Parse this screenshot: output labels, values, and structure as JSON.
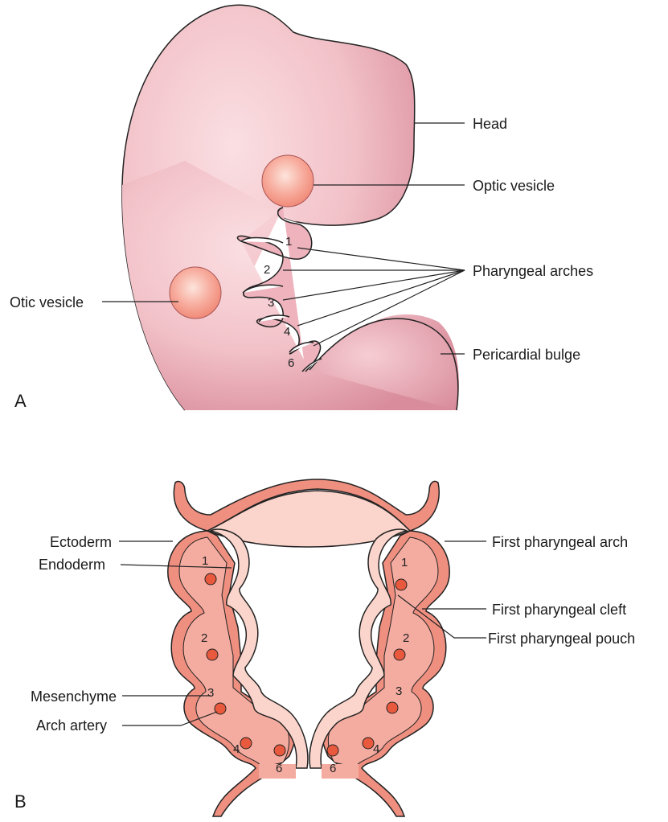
{
  "panel_a": {
    "letter": "A",
    "labels": {
      "head": "Head",
      "optic_vesicle": "Optic vesicle",
      "pharyngeal_arches": "Pharyngeal arches",
      "otic_vesicle": "Otic vesicle",
      "pericardial_bulge": "Pericardial bulge"
    },
    "arch_numbers": [
      "1",
      "2",
      "3",
      "4",
      "6"
    ]
  },
  "panel_b": {
    "letter": "B",
    "labels": {
      "ectoderm": "Ectoderm",
      "endoderm": "Endoderm",
      "mesenchyme": "Mesenchyme",
      "arch_artery": "Arch artery",
      "first_pharyngeal_arch": "First pharyngeal arch",
      "first_pharyngeal_cleft": "First pharyngeal cleft",
      "first_pharyngeal_pouch": "First pharyngeal pouch"
    },
    "arch_numbers": [
      "1",
      "2",
      "3",
      "4",
      "6"
    ]
  },
  "colors": {
    "embryo_pink": "#e8a6b2",
    "embryo_light": "#f8dade",
    "vesicle": "#f3907f",
    "ectoderm": "#ef8f80",
    "endoderm": "#fbd5cc",
    "mesenchyme": "#f4aca1",
    "artery": "#e9593d"
  }
}
